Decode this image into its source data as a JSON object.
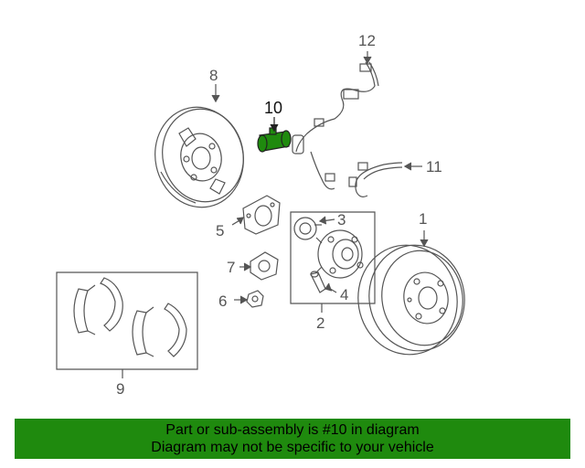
{
  "diagram": {
    "callouts": {
      "c1": "1",
      "c2": "2",
      "c3": "3",
      "c4": "4",
      "c5": "5",
      "c6": "6",
      "c7": "7",
      "c8": "8",
      "c9": "9",
      "c10": "10",
      "c11": "11",
      "c12": "12"
    },
    "highlight_color": "#1f8a0e",
    "line_color": "#555555"
  },
  "banner": {
    "line1": "Part or sub-assembly is #10 in diagram",
    "line2": "Diagram may not be specific to your vehicle",
    "background": "#1f8a0e"
  }
}
